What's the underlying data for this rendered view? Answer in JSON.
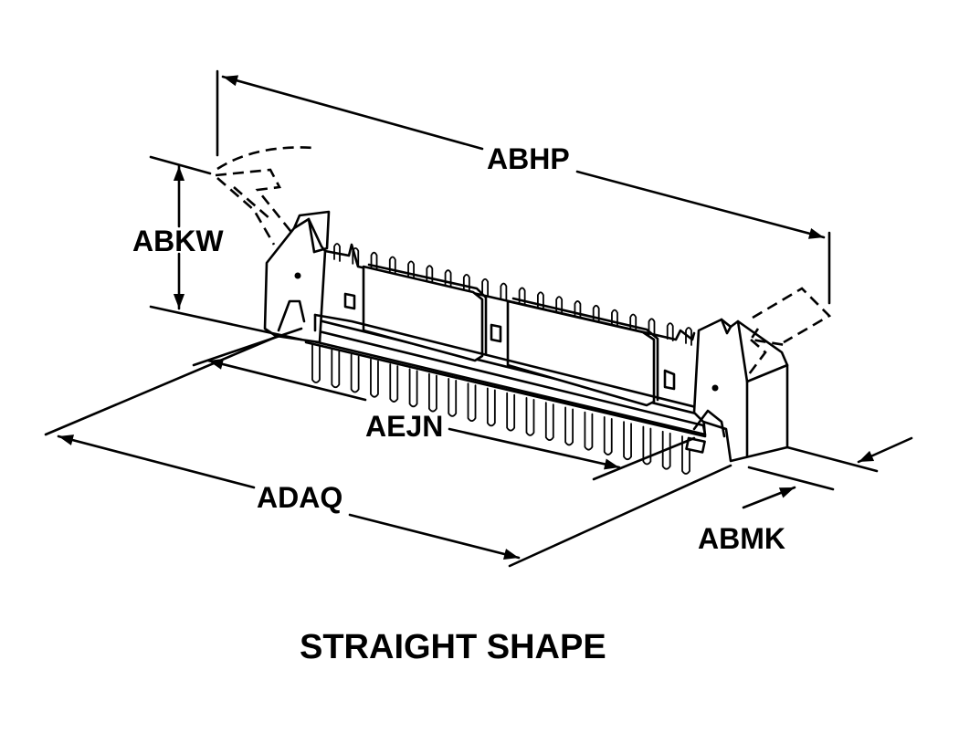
{
  "diagram": {
    "title": "STRAIGHT SHAPE",
    "dimensions": {
      "overall_length": "ABHP",
      "height": "ABKW",
      "pin_row_length": "AEJN",
      "body_length": "ADAQ",
      "width": "ABMK"
    }
  }
}
